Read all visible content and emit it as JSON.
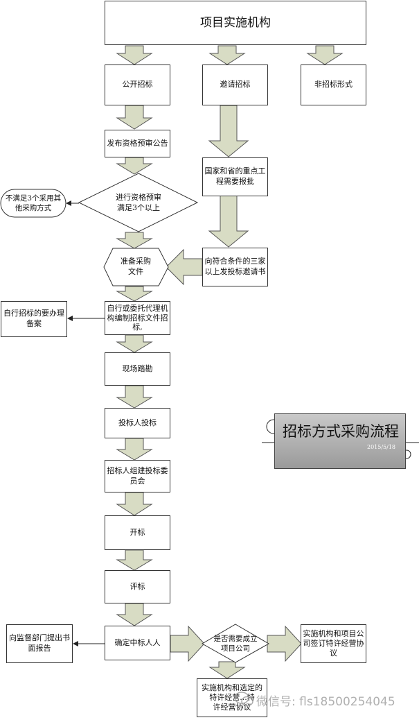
{
  "diagram": {
    "org": "项目实施机构",
    "top": {
      "open": "公开招标",
      "invite": "邀请招标",
      "non": "非招标形式"
    },
    "publish": "发布资格预审公告",
    "decision": {
      "line1": "进行资格预审",
      "line2": "满足3个以上"
    },
    "alt": {
      "line1": "不满足3个采用其",
      "line2": "他采购方式"
    },
    "national": {
      "line1": "国家和省的重点工",
      "line2": "程需要报批"
    },
    "invite_send": {
      "line1": "向符合条件的三家",
      "line2": "以上发投标邀请书"
    },
    "prepare": {
      "line1": "准备采购",
      "line2": "文件"
    },
    "compile": {
      "line1": "自行或委托代理机",
      "line2": "构编制招标文件招",
      "line3": "标,"
    },
    "self_record": {
      "line1": "自行招标的要办理",
      "line2": "备案"
    },
    "survey": "现场踏勘",
    "bid": "投标人投标",
    "committee": {
      "line1": "招标人组建投标委",
      "line2": "员会"
    },
    "open_bid": "开标",
    "evaluate": "评标",
    "winner": "确定中标人人",
    "report": {
      "line1": "向监督部门提出书",
      "line2": "面报告"
    },
    "need_company": {
      "line1": "是否需要成立",
      "line2": "项目公司"
    },
    "sign_org": {
      "line1": "实施机构和项目公",
      "line2": "司签订特许经营协",
      "line3": "议"
    },
    "sign_select": {
      "line1": "实施机构和选定的",
      "line2": "特许经营...特",
      "line3": "许经营协议"
    },
    "legend": {
      "title": "招标方式采购流程",
      "date": "2015/5/18"
    },
    "watermark": "微信号: fls18500254045"
  },
  "colors": {
    "arrow_fill": "#d8dcc4",
    "arrow_stroke": "#555555",
    "line": "#222222"
  }
}
